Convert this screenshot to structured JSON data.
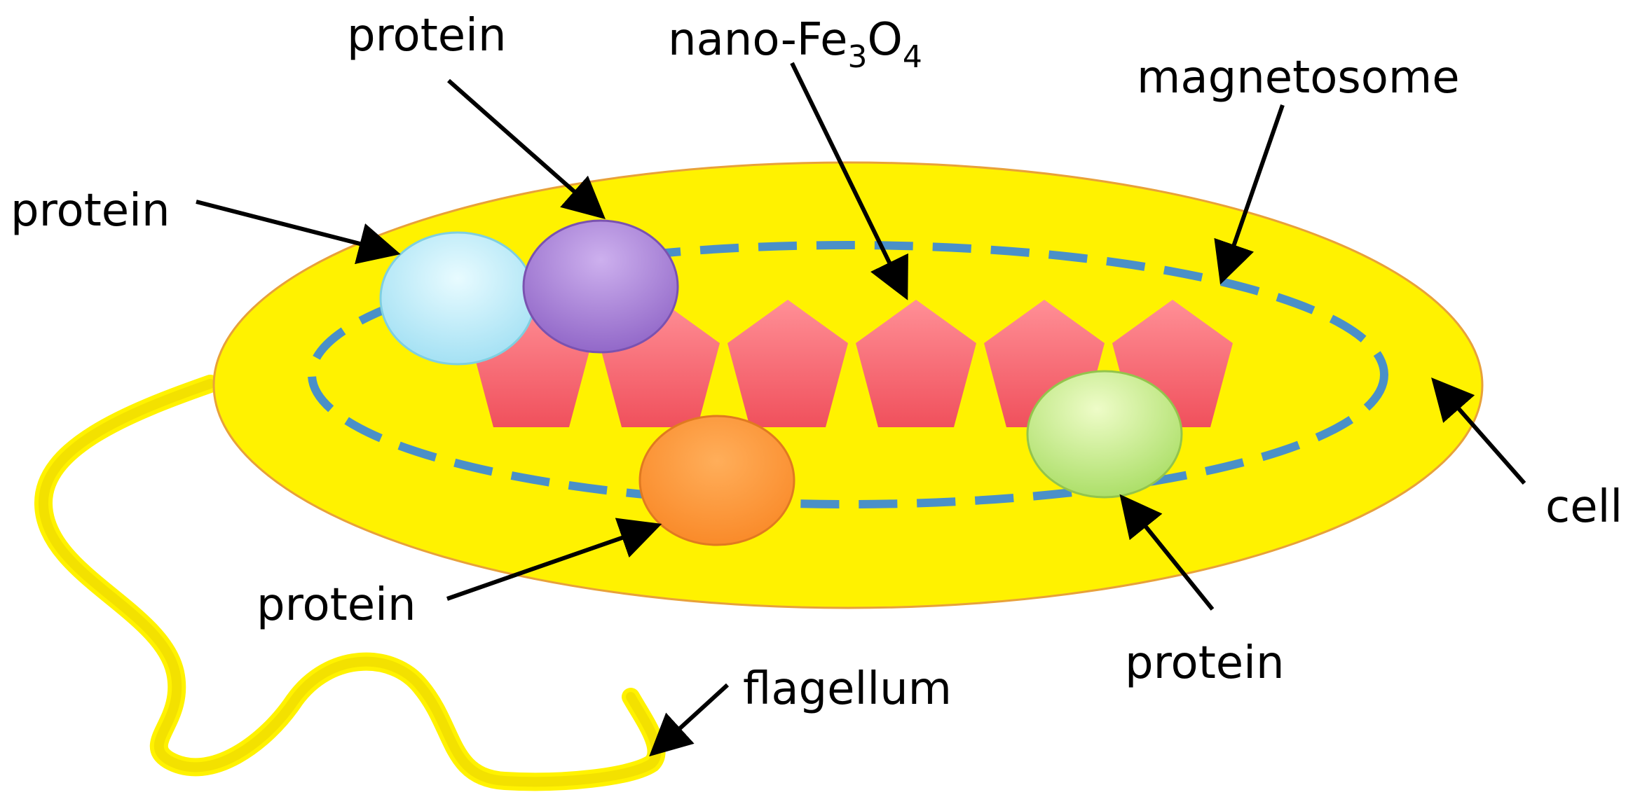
{
  "labels": {
    "protein_top": "protein",
    "protein_left": "protein",
    "nano_prefix": "nano-Fe",
    "nano_sub1": "3",
    "nano_mid": "O",
    "nano_sub2": "4",
    "magnetosome": "magnetosome",
    "cell": "cell",
    "protein_bottom_left": "protein",
    "protein_bottom_right": "protein",
    "flagellum": "flagellum"
  },
  "colors": {
    "cell_fill": "#fff200",
    "cell_outline": "#e8a13a",
    "flagellum": "#fff200",
    "membrane_dash": "#4a90c8",
    "pentagon_fill": "#ff6f78",
    "pentagon_fill_light": "#ffb1b5",
    "protein_lightblue": "#b8ecf8",
    "protein_purple": "#a983d8",
    "protein_orange": "#ff9a3c",
    "protein_green": "#c8f08a",
    "arrow": "#000000"
  }
}
